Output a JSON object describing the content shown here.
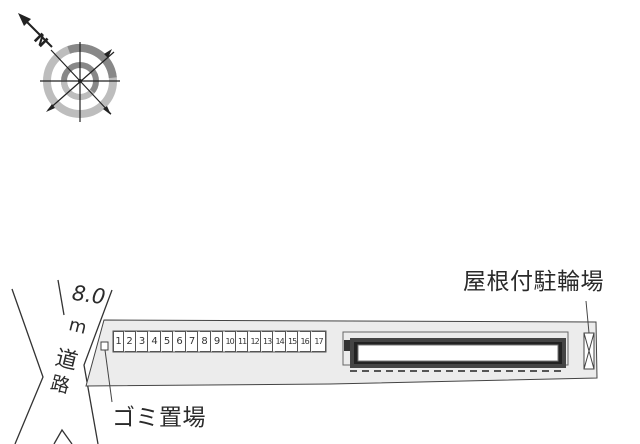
{
  "compass": {
    "north_label": "N",
    "icon": "compass-rose-icon"
  },
  "road": {
    "width": "8.0",
    "unit": "m",
    "kanji_1": "道",
    "kanji_2": "路"
  },
  "labels": {
    "covered_bicycle_parking": "屋根付駐輪場",
    "garbage_area": "ゴミ置場"
  },
  "parking": {
    "slots": [
      "1",
      "2",
      "3",
      "4",
      "5",
      "6",
      "7",
      "8",
      "9",
      "10",
      "11",
      "12",
      "13",
      "14",
      "15",
      "16",
      "17"
    ]
  },
  "colors": {
    "lot_fill": "#ececec",
    "outline": "#444444",
    "building_band": "#333333",
    "compass_dark": "#808080",
    "compass_light": "#bdbdbd"
  }
}
